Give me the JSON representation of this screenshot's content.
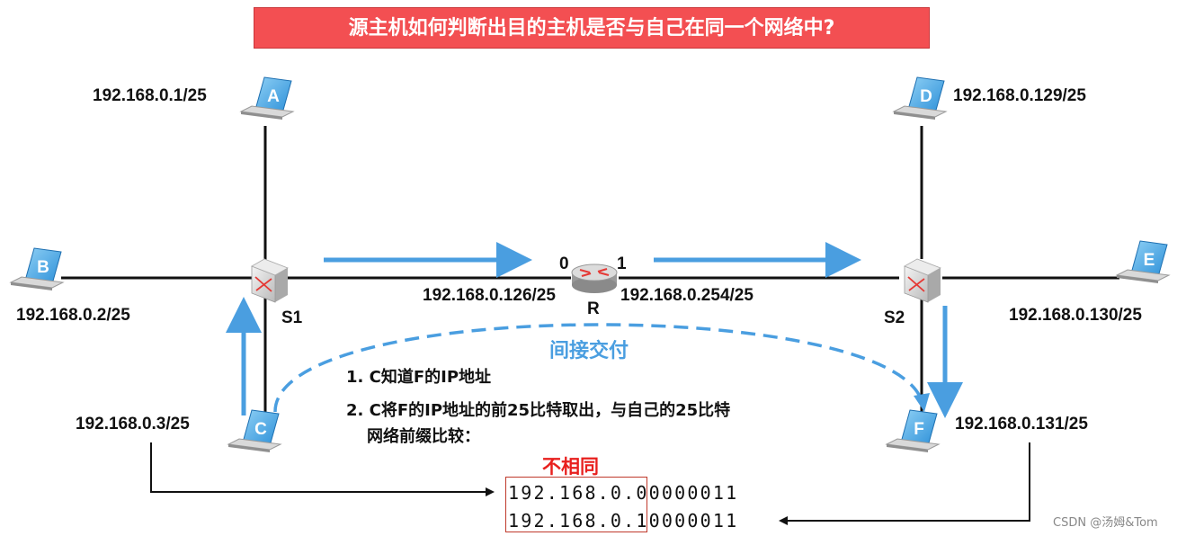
{
  "title": "源主机如何判断出目的主机是否与自己在同一个网络中?",
  "hosts": [
    {
      "letter": "A",
      "ip": "192.168.0.1/25"
    },
    {
      "letter": "B",
      "ip": "192.168.0.2/25"
    },
    {
      "letter": "C",
      "ip": "192.168.0.3/25"
    },
    {
      "letter": "D",
      "ip": "192.168.0.129/25"
    },
    {
      "letter": "E",
      "ip": "192.168.0.130/25"
    },
    {
      "letter": "F",
      "ip": "192.168.0.131/25"
    }
  ],
  "switches": [
    {
      "name": "S1"
    },
    {
      "name": "S2"
    }
  ],
  "router": {
    "name": "R",
    "port0": "0",
    "port1": "1",
    "ip0": "192.168.0.126/25",
    "ip1": "192.168.0.254/25"
  },
  "delivery_label": "间接交付",
  "steps": [
    "1. C知道F的IP地址",
    "2. C将F的IP地址的前25比特取出，与自己的25比特",
    "网络前缀比较："
  ],
  "compare": {
    "result": "不相同",
    "row1_prefix": "192.168.0.0",
    "row1_rest": "0000011",
    "row2_prefix": "192.168.0.1",
    "row2_rest": "0000011"
  },
  "watermark": "CSDN @汤姆&Tom",
  "colors": {
    "accent_blue": "#4a9ee0",
    "title_red": "#f34f52",
    "result_red": "#e8201e"
  }
}
